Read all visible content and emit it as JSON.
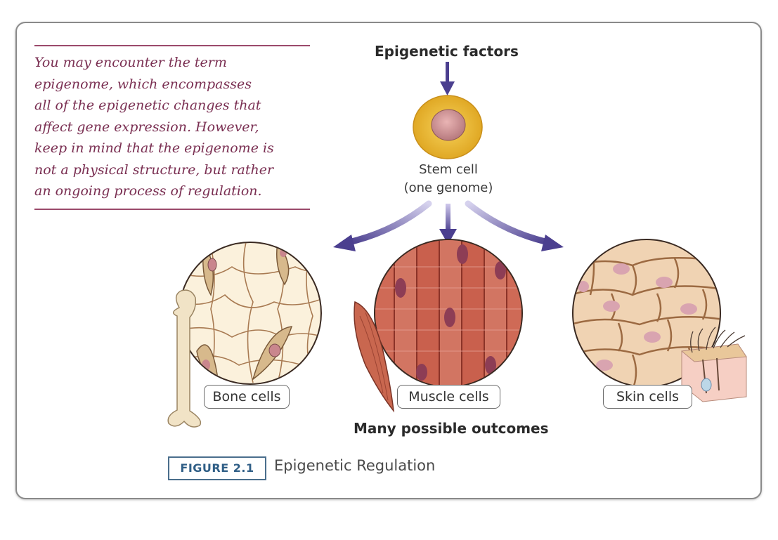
{
  "note": {
    "lines": [
      "You may encounter the term",
      "epigenome, which encompasses",
      "all of the epigenetic changes that",
      "affect gene expression. However,",
      "keep in mind that the epigenome is",
      "not a physical structure, but rather",
      "an ongoing process of regulation."
    ]
  },
  "diagram": {
    "title": "Epigenetic factors",
    "stem_cell_line1": "Stem cell",
    "stem_cell_line2": "(one genome)",
    "bone_label": "Bone cells",
    "muscle_label": "Muscle cells",
    "skin_label": "Skin cells",
    "outcomes": "Many possible outcomes"
  },
  "figure": {
    "number": "FIGURE 2.1",
    "caption": "Epigenetic Regulation"
  },
  "colors": {
    "note_text": "#7a2f52",
    "arrow": "#4b3f8f",
    "figure_accent": "#2f5e86"
  }
}
